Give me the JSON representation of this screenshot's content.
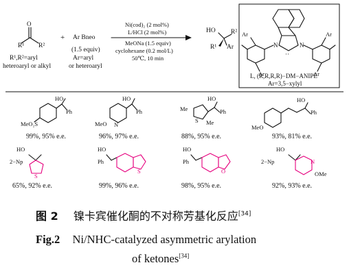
{
  "reaction": {
    "ketone_r_groups": "R¹,R²=aryl",
    "ketone_r_groups_2": "heteroaryl or alkyl",
    "ketone_label_r1": "R¹",
    "ketone_label_r2": "R²",
    "plus": "+",
    "boronate": "Ar  Bneo",
    "boronate_equiv": "(1.5 equiv)",
    "boronate_ar": "Ar=aryl",
    "boronate_ar_2": "or heteroaryl",
    "cond_1": "Ni(cod)₂ (2 mol%)",
    "cond_2": "L/HCl (2 mol%)",
    "cond_3": "MeONa (1.5 equiv)",
    "cond_4": "cyclohexane (0.2 mol/L)",
    "cond_5": "50℃, 10 min",
    "product_ho": "HO",
    "product_r1": "R¹",
    "product_r2": "R²",
    "product_ar": "Ar"
  },
  "ligand": {
    "name": "L, (R,R,R,R)−DM−ANIPE",
    "ar_def": "Ar=3,5−xylyl",
    "ar_label": "Ar",
    "n_label": "N"
  },
  "products": [
    {
      "id": "p1",
      "result": "99%, 95% e.e.",
      "labels": [
        "HO",
        "Ph",
        "MeO₂S"
      ]
    },
    {
      "id": "p2",
      "result": "96%, 97% e.e.",
      "labels": [
        "HO",
        "Ph",
        "MeO",
        "N"
      ]
    },
    {
      "id": "p3",
      "result": "88%, 95% e.e.",
      "labels": [
        "HO",
        "Ph",
        "Me",
        "Me",
        "S"
      ]
    },
    {
      "id": "p4",
      "result": "93%, 81% e.e.",
      "labels": [
        "HO",
        "Ph",
        "MeO"
      ]
    },
    {
      "id": "p5",
      "result": "65%, 92% e.e.",
      "labels": [
        "HO",
        "2−Np",
        "S"
      ]
    },
    {
      "id": "p6",
      "result": "99%, 96% e.e.",
      "labels": [
        "HO",
        "Ph",
        "S"
      ]
    },
    {
      "id": "p7",
      "result": "98%, 95% e.e.",
      "labels": [
        "HO",
        "Ph",
        "O"
      ]
    },
    {
      "id": "p8",
      "result": "92%, 93% e.e.",
      "labels": [
        "HO",
        "2−Np",
        "N",
        "OMe"
      ]
    }
  ],
  "caption": {
    "cn_num": "图 2",
    "cn_text": "镍卡宾催化酮的不对称芳基化反应",
    "ref": "[34]",
    "en_num": "Fig.2",
    "en_text_1": "Ni/NHC-catalyzed asymmetric arylation",
    "en_text_2": "of ketones"
  },
  "colors": {
    "highlight": "#e6007e",
    "text": "#111111"
  }
}
